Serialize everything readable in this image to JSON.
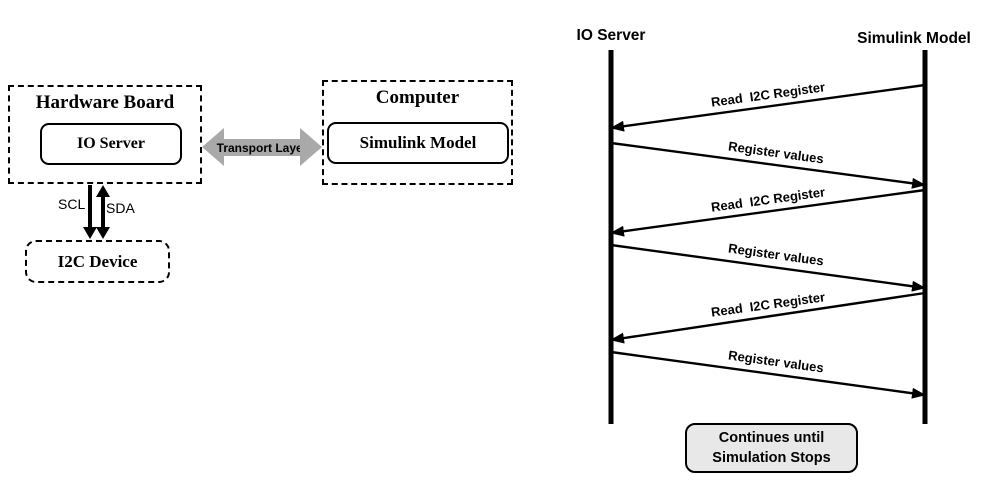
{
  "left_diagram": {
    "hardware_board": {
      "title": "Hardware Board",
      "inner_box_label": "IO Server"
    },
    "computer": {
      "title": "Computer",
      "inner_box_label": "Simulink Model"
    },
    "transport_arrow_label": "Transport Layer",
    "bus_labels": {
      "scl": "SCL",
      "sda": "SDA"
    },
    "i2c_device_label": "I2C Device"
  },
  "sequence_diagram": {
    "lifelines": [
      {
        "label": "IO Server"
      },
      {
        "label": "Simulink Model"
      }
    ],
    "messages": [
      {
        "label": "Read  I2C Register",
        "direction": "to-io-server"
      },
      {
        "label": "Register values",
        "direction": "to-simulink-model"
      },
      {
        "label": "Read  I2C Register",
        "direction": "to-io-server"
      },
      {
        "label": "Register values",
        "direction": "to-simulink-model"
      },
      {
        "label": "Read  I2C Register",
        "direction": "to-io-server"
      },
      {
        "label": "Register values",
        "direction": "to-simulink-model"
      }
    ],
    "note": {
      "line1": "Continues until",
      "line2": "Simulation Stops"
    }
  },
  "colors": {
    "ink": "#000000",
    "transport_arrow_fill": "#a9a9a9",
    "note_fill": "#e8e8e8"
  }
}
